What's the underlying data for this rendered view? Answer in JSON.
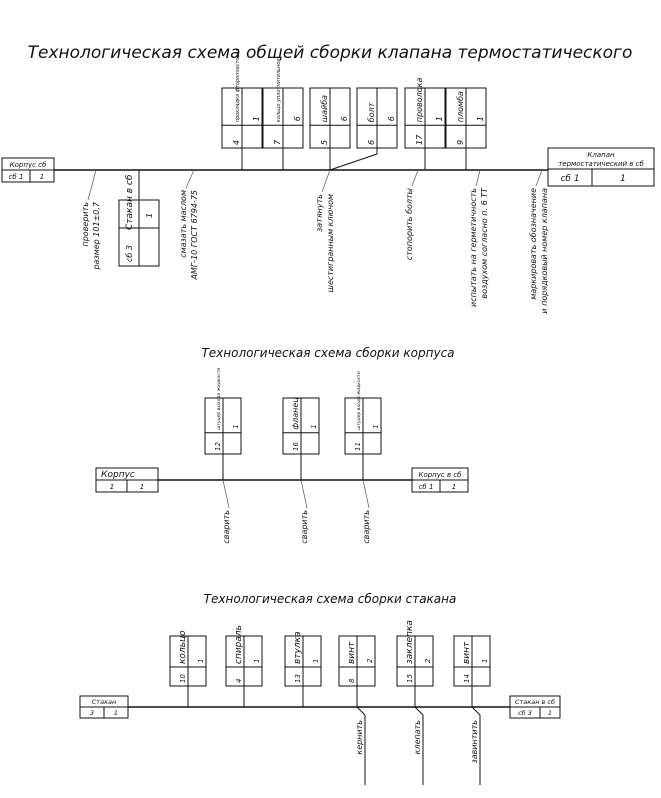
{
  "titles": {
    "main": "Технологическая схема общей сборки клапана термостатического",
    "corpus": "Технологическая схема сборки корпуса",
    "stakan": "Технологическая схема сборки стакана"
  },
  "general": {
    "start": {
      "name": "Корпус сб",
      "code": "сб 1",
      "qty": "1"
    },
    "end": {
      "name": "Клапан термостатический сб",
      "code": "сб 1",
      "qty": "1"
    },
    "parts": [
      {
        "name": "прокладка фторопластовая",
        "pos": "4",
        "qty": "1"
      },
      {
        "name": "кольцо уплотнительное",
        "pos": "7",
        "qty": "6"
      },
      {
        "name": "шайба",
        "pos": "5",
        "qty": "6"
      },
      {
        "name": "болт",
        "pos": "6",
        "qty": "6"
      },
      {
        "name": "проволока",
        "pos": "17",
        "qty": "1"
      },
      {
        "name": "пломба",
        "pos": "9",
        "qty": "1"
      }
    ],
    "sub": {
      "name": "Стакан в сб",
      "code": "сб 3",
      "qty": "1"
    },
    "ops": [
      [
        "проверить",
        "размер 101±0,7"
      ],
      [
        "смазать маслом",
        "АМГ-10 ГОСТ 6794-75"
      ],
      [
        "затянуть",
        "шестигранным ключом"
      ],
      [
        "стопорить болты"
      ],
      [
        "испытать на герметичность",
        "воздухом согласно п. 6 ТТ"
      ],
      [
        "маркировать обозначение",
        "и порядковый номер клапана"
      ]
    ]
  },
  "corpus": {
    "start": {
      "name": "Корпус",
      "code": "1",
      "qty": "1"
    },
    "end": {
      "name": "Корпус в сб",
      "code": "сб 1",
      "qty": "1"
    },
    "parts": [
      {
        "name": "штуцер выхода жидкости",
        "pos": "12",
        "qty": "1"
      },
      {
        "name": "фланец",
        "pos": "16",
        "qty": "1"
      },
      {
        "name": "штуцер входа жидкости",
        "pos": "11",
        "qty": "1"
      }
    ],
    "ops": [
      "сварить",
      "сварить",
      "сварить"
    ]
  },
  "stakan": {
    "start": {
      "name": "Стакан",
      "code": "3",
      "qty": "1"
    },
    "end": {
      "name": "Стакан в сб",
      "code": "сб 3",
      "qty": "1"
    },
    "parts": [
      {
        "name": "кольцо",
        "pos": "10",
        "qty": "1"
      },
      {
        "name": "спираль",
        "pos": "4",
        "qty": "1"
      },
      {
        "name": "втулка",
        "pos": "13",
        "qty": "1"
      },
      {
        "name": "винт",
        "pos": "8",
        "qty": "2"
      },
      {
        "name": "заклепка",
        "pos": "15",
        "qty": "2"
      },
      {
        "name": "винт",
        "pos": "14",
        "qty": "1"
      }
    ],
    "ops": [
      "кернить",
      "клепать",
      "завинтить"
    ]
  }
}
